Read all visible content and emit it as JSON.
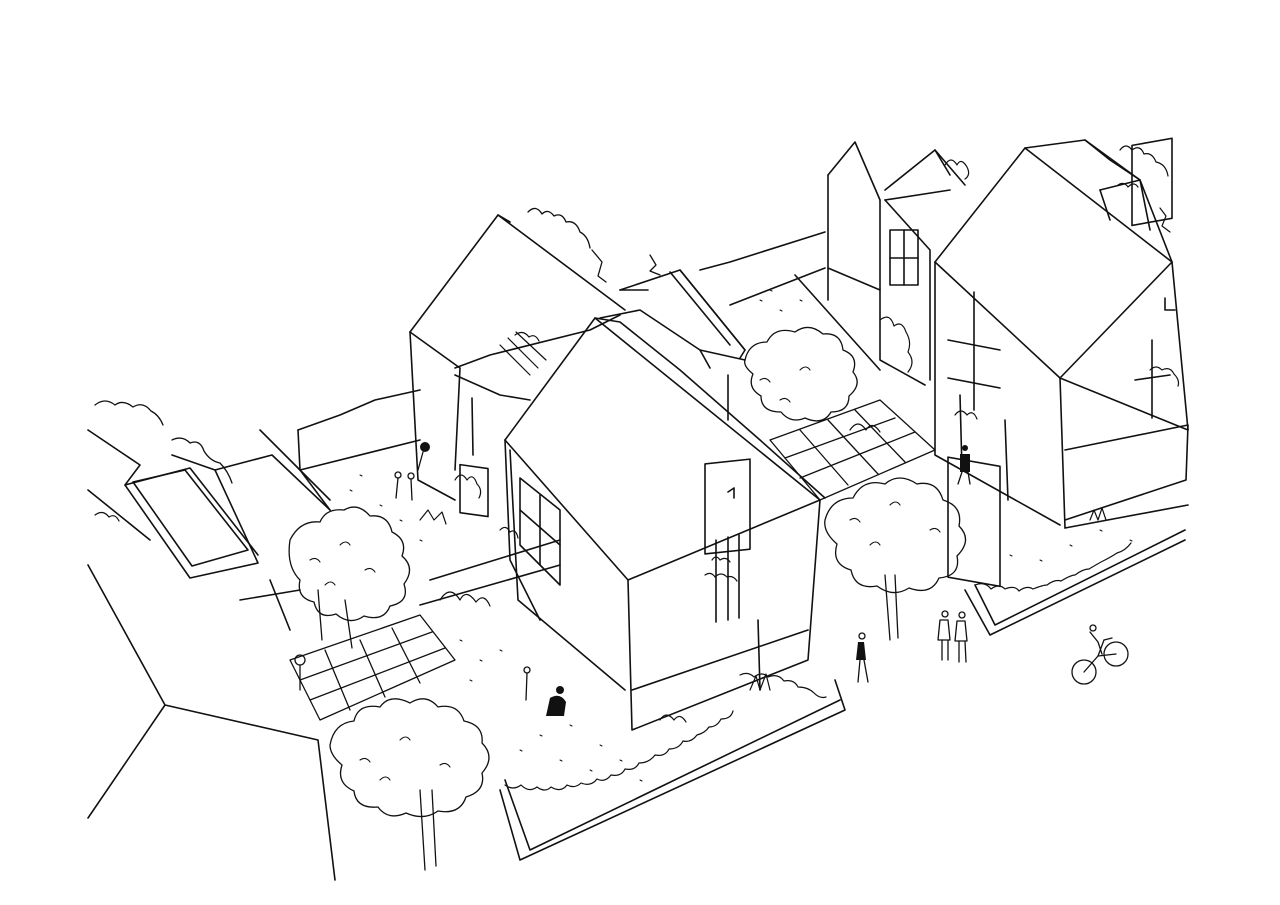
{
  "scene": {
    "description_visible_text": "",
    "colors": {
      "ink": "#111111",
      "paper": "#ffffff"
    },
    "content": [
      "house-block-left",
      "house-block-center",
      "house-block-right",
      "courtyard-garden",
      "street-trees",
      "pedestrians",
      "cyclist",
      "paved-paths"
    ]
  }
}
